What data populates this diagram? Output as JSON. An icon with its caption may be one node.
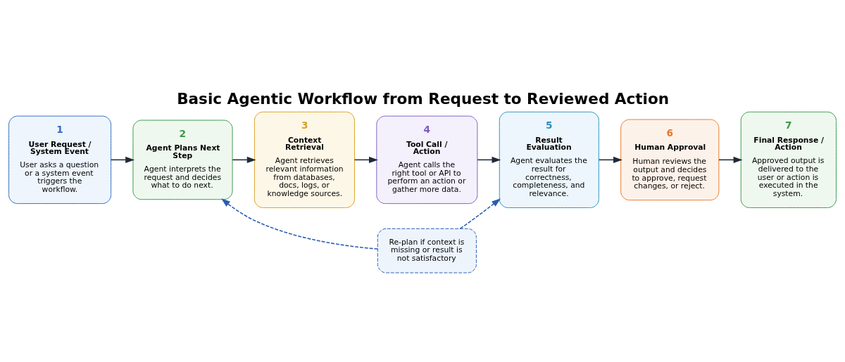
{
  "diagram": {
    "title": "Basic Agentic Workflow from Request to Reviewed Action",
    "nodes": [
      {
        "text": [
          "1",
          "User Request / System Event",
          "User asks a question or a system event triggers the workflow."
        ]
      },
      {
        "text": [
          "2",
          "Agent Plans Next Step",
          "Agent interprets the request and decides what to do next."
        ]
      },
      {
        "text": [
          "3",
          "Context Retrieval",
          "Agent retrieves relevant information from databases, docs, logs, or knowledge sources."
        ]
      },
      {
        "text": [
          "4",
          "Tool Call / Action",
          "Agent calls the right tool or API to perform an action or gather more data."
        ]
      },
      {
        "text": [
          "5",
          "Result Evaluation",
          "Agent evaluates the result for correctness, completeness, and relevance."
        ]
      },
      {
        "text": [
          "6",
          "Human Approval",
          "Human reviews the output and decides to approve, request changes, or reject."
        ]
      },
      {
        "text": [
          "7",
          "Final Response / Action",
          "Approved output is delivered to the user or action is executed in the system."
        ]
      },
      {
        "text": [
          "Re-plan if context is missing or result is not satisfactory"
        ]
      }
    ],
    "edges": [
      {
        "from": 0,
        "to": 1,
        "arrow": "to"
      },
      {
        "from": 1,
        "to": 2,
        "arrow": "to"
      },
      {
        "from": 2,
        "to": 3,
        "arrow": "to"
      },
      {
        "from": 3,
        "to": 4,
        "arrow": "to"
      },
      {
        "from": 4,
        "to": 5,
        "arrow": "to"
      },
      {
        "from": 5,
        "to": 6,
        "arrow": "to"
      },
      {
        "from": 7,
        "to": 1,
        "arrow": "to",
        "style": "dashed",
        "color": "#2a5db0"
      },
      {
        "from": 7,
        "to": 4,
        "arrow": "to",
        "style": "dashed",
        "color": "#2a5db0"
      }
    ]
  }
}
